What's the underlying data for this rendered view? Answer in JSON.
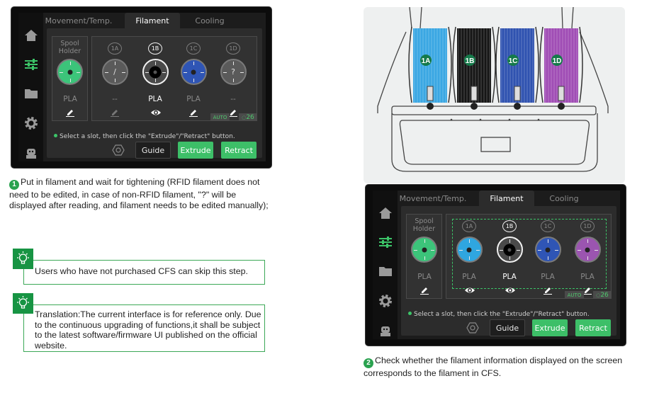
{
  "screens": [
    {
      "tabs": [
        "Movement/Temp.",
        "Filament",
        "Cooling"
      ],
      "active_tab": 1,
      "spool_holder": {
        "title_line1": "Spool",
        "title_line2": "Holder",
        "color": "#3cc47a",
        "material": "PLA",
        "action_icon": "edit-icon"
      },
      "slots": [
        {
          "label": "1A",
          "color": "#5a5a5a",
          "center_text": "/",
          "material": "--",
          "action_icon": "edit-icon",
          "action_dim": true,
          "selected": false
        },
        {
          "label": "1B",
          "color": "#4a4a4a",
          "center_text": "",
          "material": "PLA",
          "action_icon": "eye-icon",
          "action_dim": false,
          "selected": true
        },
        {
          "label": "1C",
          "color": "#2f55b5",
          "center_text": "",
          "material": "PLA",
          "action_icon": "edit-icon",
          "action_dim": false,
          "selected": false
        },
        {
          "label": "1D",
          "color": "#5a5a5a",
          "center_text": "?",
          "material": "--",
          "action_icon": "edit-icon",
          "action_dim": false,
          "selected": false
        }
      ],
      "dashed_highlight": false,
      "auto_label": "AUTO",
      "humidity": "26",
      "hint": "Select a slot, then click the \"Extrude\"/\"Retract\" button.",
      "buttons": {
        "guide": "Guide",
        "extrude": "Extrude",
        "retract": "Retract"
      }
    },
    {
      "tabs": [
        "Movement/Temp.",
        "Filament",
        "Cooling"
      ],
      "active_tab": 1,
      "spool_holder": {
        "title_line1": "Spool",
        "title_line2": "Holder",
        "color": "#3cc47a",
        "material": "PLA",
        "action_icon": "edit-icon"
      },
      "slots": [
        {
          "label": "1A",
          "color": "#2fa6e0",
          "center_text": "",
          "material": "PLA",
          "action_icon": "eye-icon",
          "action_dim": false,
          "selected": false
        },
        {
          "label": "1B",
          "color": "#4a4a4a",
          "center_text": "",
          "material": "PLA",
          "action_icon": "eye-icon",
          "action_dim": false,
          "selected": true
        },
        {
          "label": "1C",
          "color": "#2f55b5",
          "center_text": "",
          "material": "PLA",
          "action_icon": "edit-icon",
          "action_dim": false,
          "selected": false
        },
        {
          "label": "1D",
          "color": "#9b55b0",
          "center_text": "",
          "material": "PLA",
          "action_icon": "edit-icon",
          "action_dim": false,
          "selected": false
        }
      ],
      "dashed_highlight": true,
      "auto_label": "AUTO",
      "humidity": "26",
      "hint": "Select a slot, then click the \"Extrude\"/\"Retract\" button.",
      "buttons": {
        "guide": "Guide",
        "extrude": "Extrude",
        "retract": "Retract"
      }
    }
  ],
  "illustration": {
    "spools": [
      {
        "label": "1A",
        "color": "#3aa7e3"
      },
      {
        "label": "1B",
        "color": "#161616"
      },
      {
        "label": "1C",
        "color": "#2f52b0"
      },
      {
        "label": "1D",
        "color": "#a04db5"
      }
    ]
  },
  "steps": [
    {
      "number": "1",
      "text": "Put in filament and wait for tightening (RFID filament does not need to be edited, in case of non-RFID filament, \"?\" will be displayed after reading, and filament needs to be edited manually);"
    },
    {
      "number": "2",
      "text": "Check whether the filament information displayed on the screen corresponds to the filament in CFS."
    }
  ],
  "tips": [
    {
      "icon": "lightbulb-icon",
      "text": "Users who have not purchased CFS can skip this step."
    },
    {
      "icon": "lightbulb-icon",
      "text": "Translation:The current interface is for reference only. Due to the continuous upgrading of functions,it shall be subject to the latest software/firmware UI published on the official website."
    }
  ],
  "colors": {
    "accent": "#3dbf68",
    "tip_green": "#179443"
  }
}
